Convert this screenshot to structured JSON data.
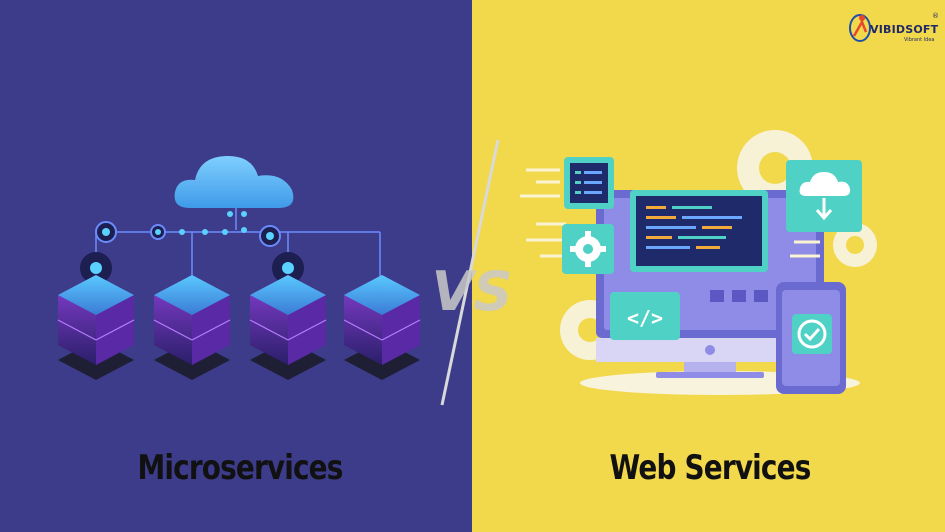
{
  "left": {
    "title": "Microservices"
  },
  "right": {
    "title": "Web Services"
  },
  "divider": {
    "text": "VS"
  },
  "logo": {
    "name": "VIBIDSOFT",
    "tagline": "Vibrant Idea",
    "reg": "®"
  },
  "code_symbol": "</>",
  "colors": {
    "left_bg": "#3c3c8a",
    "right_bg": "#f2d84b",
    "accent": "#4fd1c5",
    "cloud": "#5ab8f5",
    "server": "#7a3bc4"
  },
  "icons": [
    "cloud-icon",
    "server-stack-icon",
    "gear-icon",
    "code-icon",
    "cloud-download-icon",
    "check-icon",
    "phone-icon",
    "monitor-icon"
  ]
}
